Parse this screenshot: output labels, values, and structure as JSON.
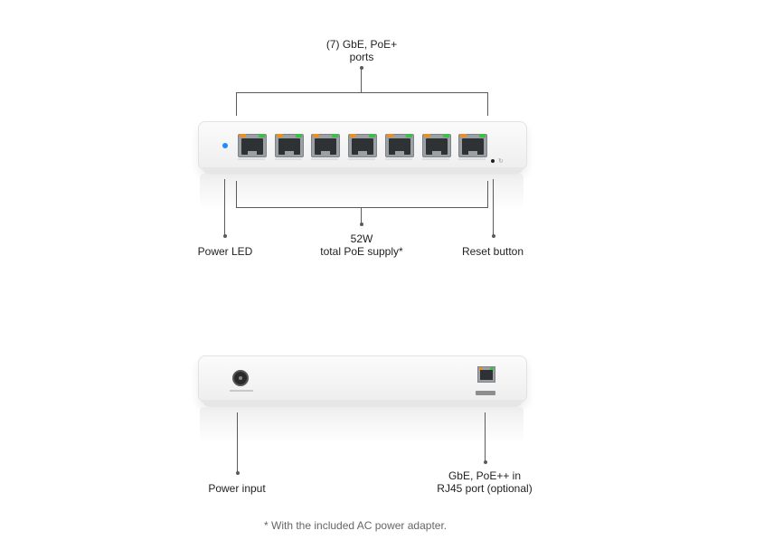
{
  "front": {
    "ports_callout": [
      "(7) GbE, PoE+",
      "ports"
    ],
    "poe_callout": [
      "52W",
      "total PoE supply*"
    ],
    "power_led_label": "Power LED",
    "reset_button_label": "Reset button",
    "port_count": 7,
    "colors": {
      "power_led": "#1f8bff",
      "port_led_amber": "#e8902a",
      "port_led_green": "#3fbf4a"
    }
  },
  "rear": {
    "power_input_label": "Power input",
    "uplink_callout": [
      "GbE, PoE++ in",
      "RJ45 port (optional)"
    ]
  },
  "footnote": "* With the included AC power adapter."
}
